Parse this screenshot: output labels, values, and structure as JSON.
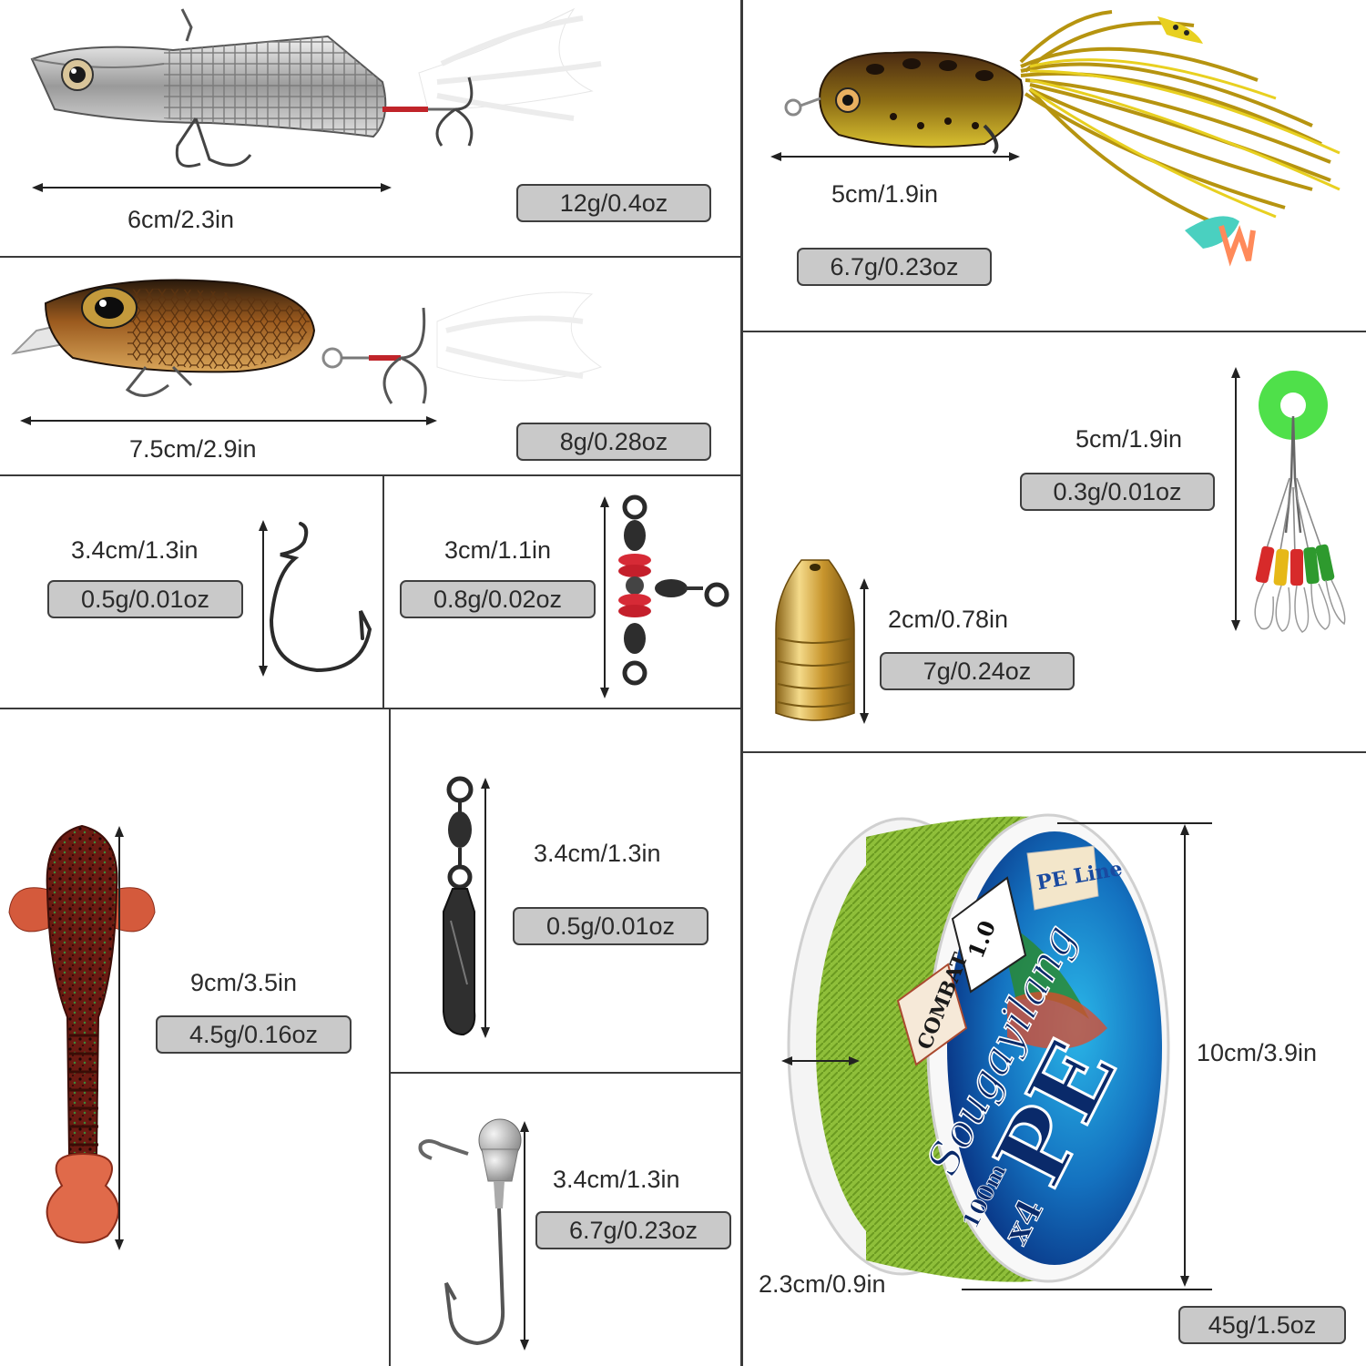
{
  "colors": {
    "divider": "#3a3a3a",
    "badge_fill": "#c9c9c9",
    "badge_border": "#3f3f3f",
    "arrow": "#222222"
  },
  "products": [
    {
      "name": "metal vib blade lure",
      "icon": "silver-vib-lure-icon",
      "size": "6cm/2.3in",
      "weight": "12g/0.4oz"
    },
    {
      "name": "crankbait",
      "icon": "brown-crankbait-icon",
      "size": "7.5cm/2.9in",
      "weight": "8g/0.28oz"
    },
    {
      "name": "offset worm hook",
      "icon": "offset-hook-icon",
      "size": "3.4cm/1.3in",
      "weight": "0.5g/0.01oz"
    },
    {
      "name": "three-way swivel",
      "icon": "three-way-swivel-icon",
      "size": "3cm/1.1in",
      "weight": "0.8g/0.02oz"
    },
    {
      "name": "soft goby bait",
      "icon": "soft-goby-bait-icon",
      "size": "9cm/3.5in",
      "weight": "4.5g/0.16oz"
    },
    {
      "name": "snap swivel",
      "icon": "snap-swivel-icon",
      "size": "3.4cm/1.3in",
      "weight": "0.5g/0.01oz"
    },
    {
      "name": "jig head hook",
      "icon": "jig-head-icon",
      "size": "3.4cm/1.3in",
      "weight": "6.7g/0.23oz"
    },
    {
      "name": "frog lure",
      "icon": "frog-lure-icon",
      "size": "5cm/1.9in",
      "weight": "6.7g/0.23oz"
    },
    {
      "name": "float stoppers",
      "icon": "float-stopper-icon",
      "size": "5cm/1.9in",
      "weight": "0.3g/0.01oz"
    },
    {
      "name": "brass bullet weight",
      "icon": "brass-sinker-icon",
      "size": "2cm/0.78in",
      "weight": "7g/0.24oz"
    },
    {
      "name": "braided line spool",
      "icon": "line-spool-icon",
      "size": "10cm/3.9in",
      "width": "2.3cm/0.9in",
      "weight": "45g/1.5oz",
      "label_text": {
        "brand": "Sougayilang",
        "type": "PE",
        "strands": "x4",
        "length": "100m",
        "badge": "PE Line",
        "series": "COMBAT",
        "gauge": "1.0"
      }
    }
  ]
}
